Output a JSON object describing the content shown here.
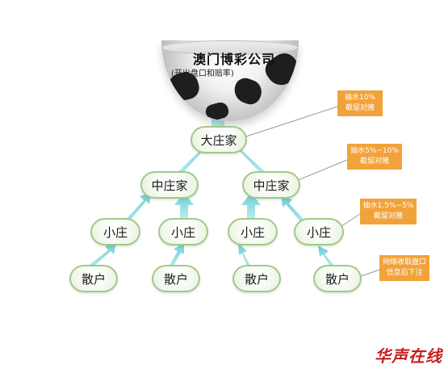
{
  "header": {
    "title": "澳门博彩公司",
    "subtitle": "(开出盘口和赔率)"
  },
  "levels": {
    "big_banker": "大庄家",
    "mid_banker": "中庄家",
    "small_banker": "小庄",
    "retail": "散户"
  },
  "notes": [
    {
      "line1": "抽水10%",
      "line2": "截留对赌"
    },
    {
      "line1": "抽水5%~10%",
      "line2": "截留对赌"
    },
    {
      "line1": "抽水1.5%~5%",
      "line2": "截留对赌"
    },
    {
      "line1": "网络收取盘口",
      "line2": "信息后下注"
    }
  ],
  "footer": {
    "brand": "华声在线"
  },
  "colors": {
    "arrow": "#7fd4da",
    "node_border": "#a3c88a",
    "note_bg": "#f2a23a",
    "brand": "#c81e1e"
  }
}
